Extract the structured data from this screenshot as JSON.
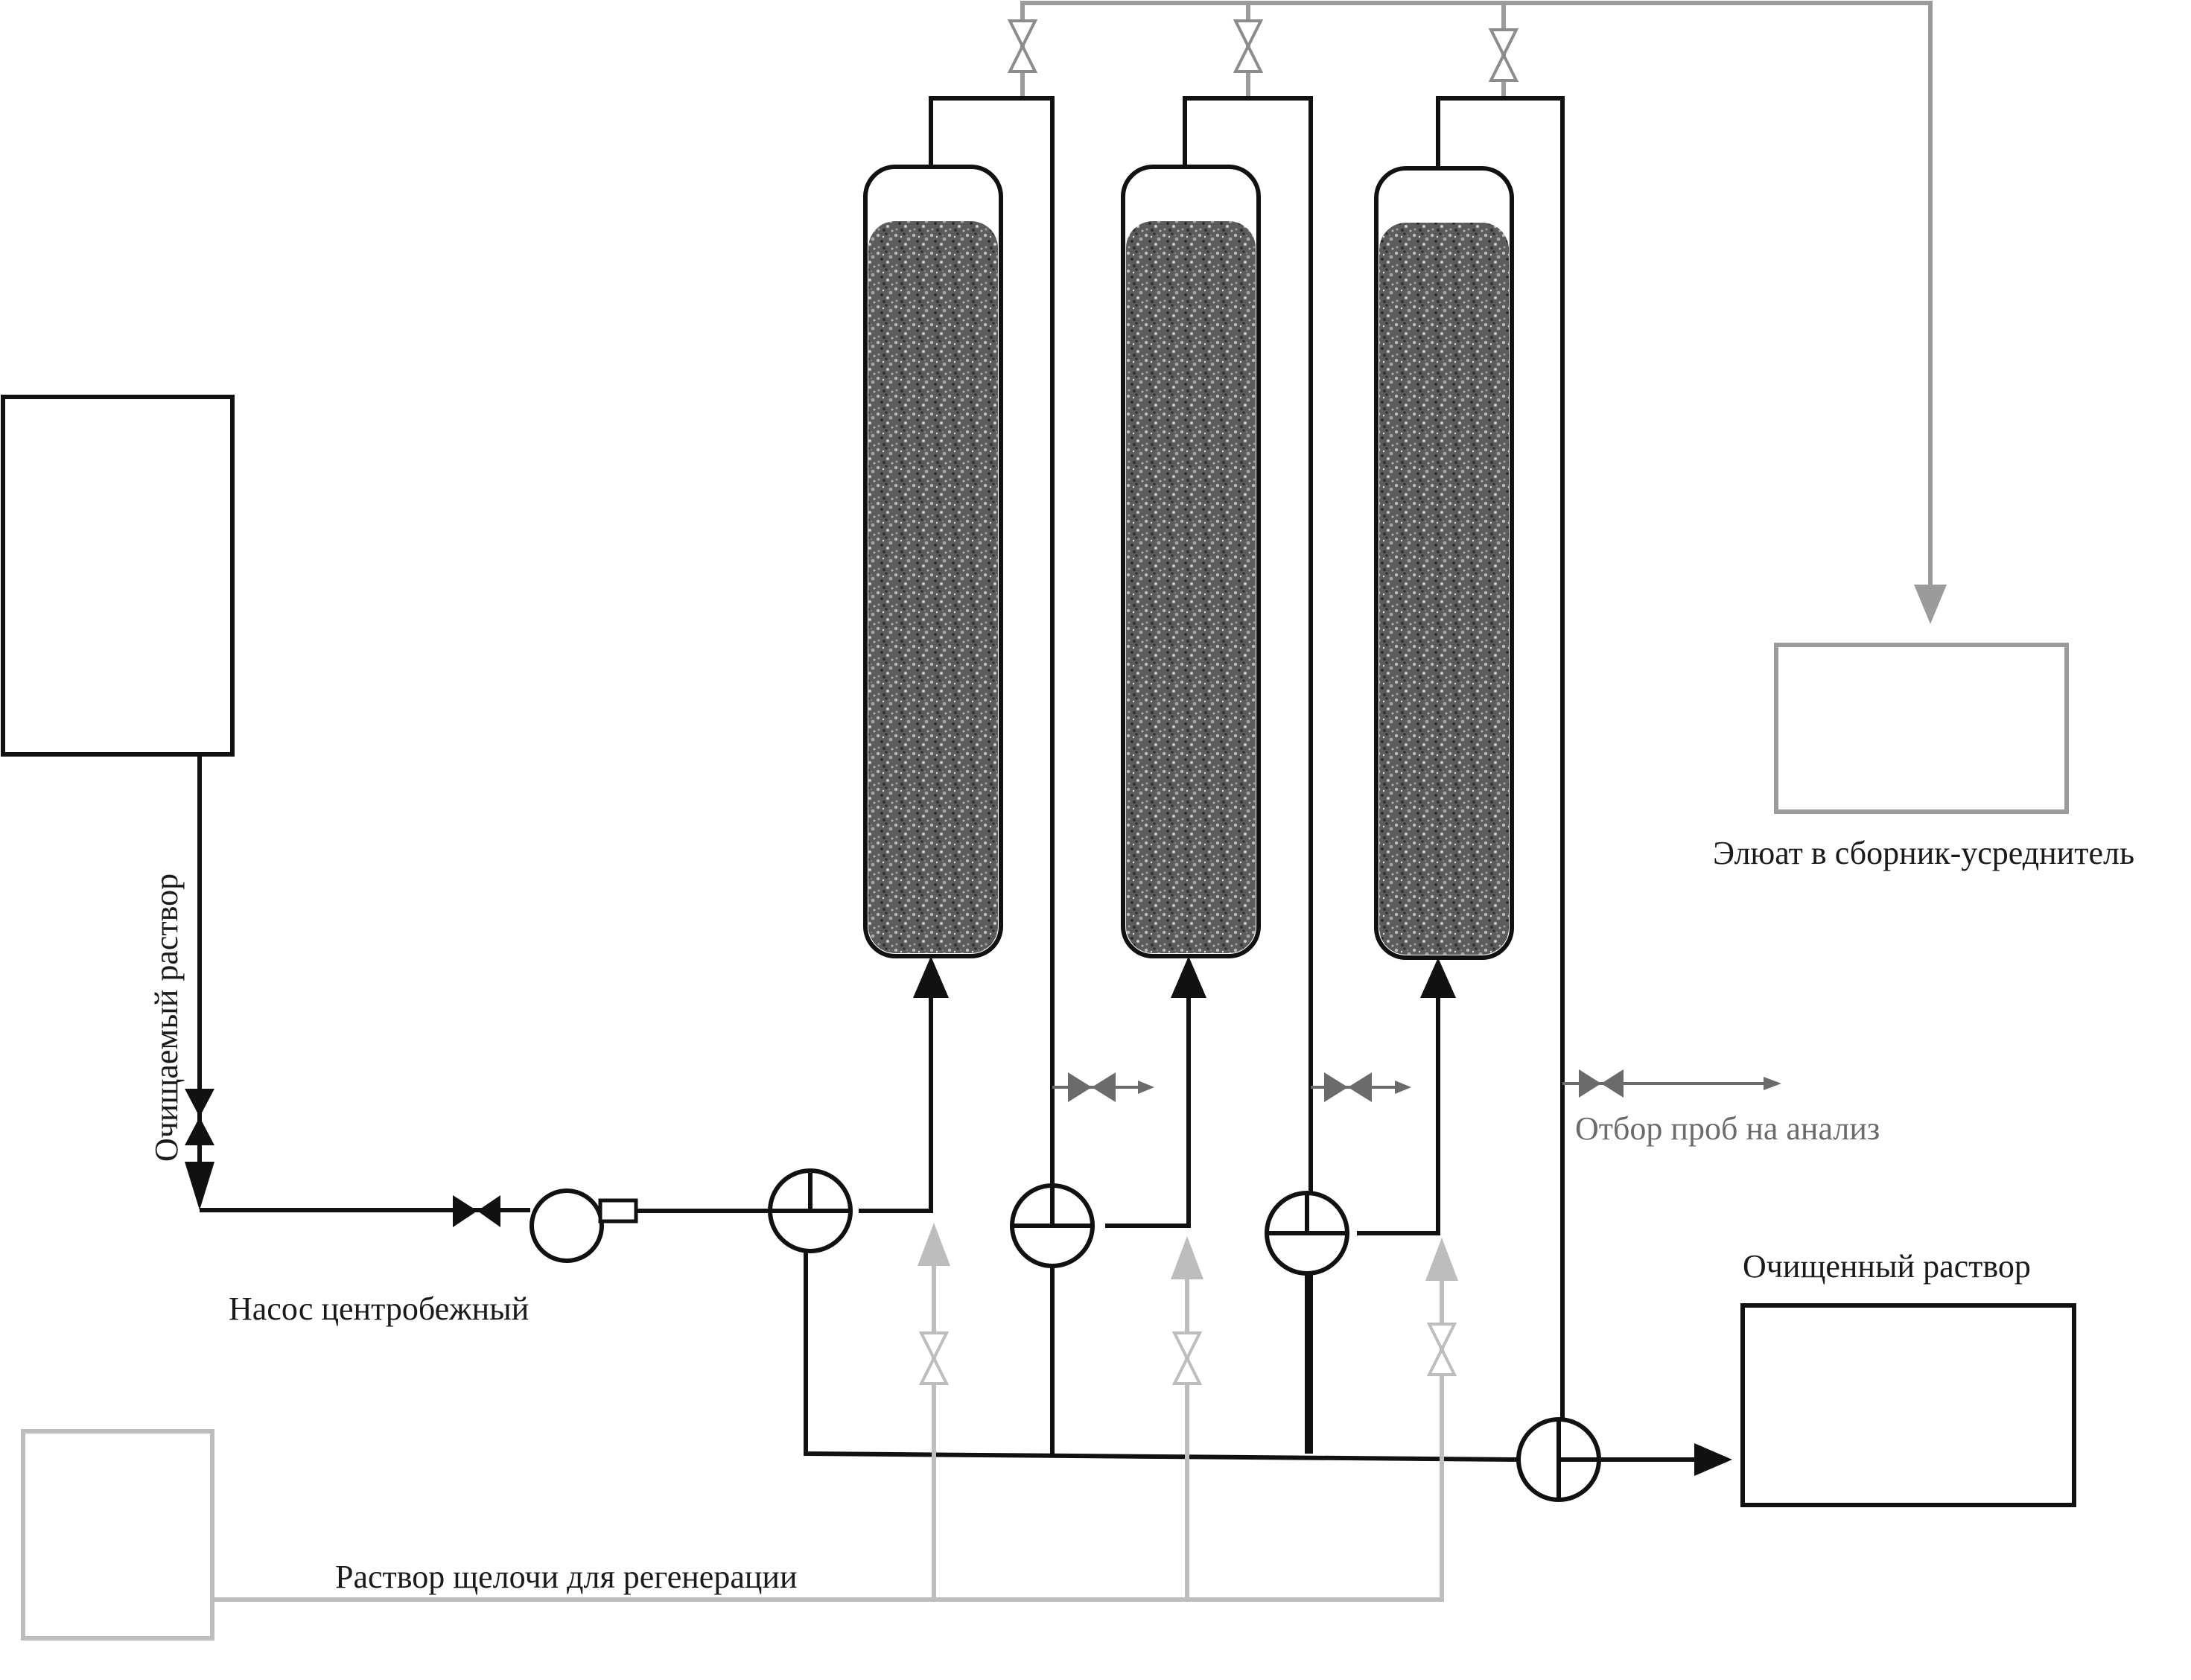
{
  "labels": {
    "feed": "Очищаемый раствор",
    "pump": "Насос центробежный",
    "alkali": "Раствор щелочи для регенерации",
    "sampling": "Отбор проб на анализ",
    "eluate": "Элюат в сборник-усреднитель",
    "purified": "Очищенный раствор"
  },
  "colors": {
    "process_line": "#111111",
    "eluate_line": "#9b9b9b",
    "alkali_line": "#bdbdbd",
    "sample_line": "#6b6b6b",
    "resin": "#6f6f6f"
  },
  "icons": {
    "valve": "bowtie-valve-icon",
    "three_way_valve": "circle-three-way-valve-icon",
    "pump": "centrifugal-pump-icon",
    "column": "ion-exchange-column-icon"
  }
}
